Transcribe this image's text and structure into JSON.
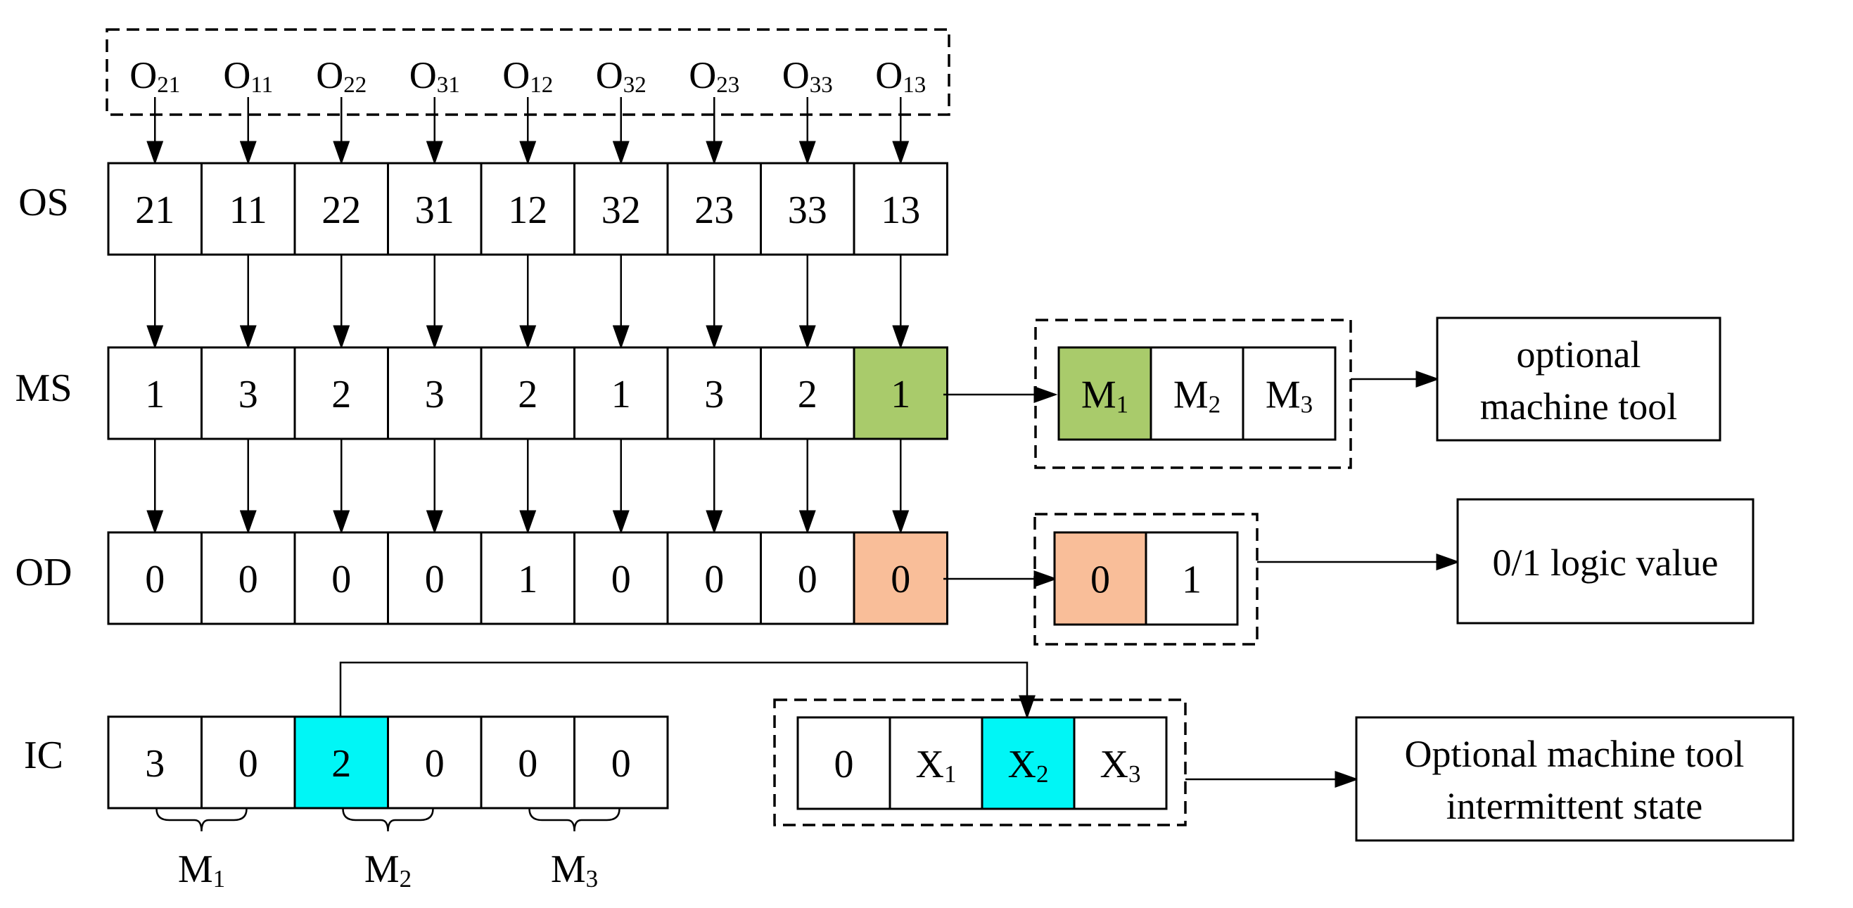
{
  "colors": {
    "ms_highlight": "#A9CB6B",
    "od_highlight": "#F9BE99",
    "ic_highlight": "#00F6F6",
    "line": "#000000",
    "background": "#FFFFFF"
  },
  "operations": {
    "labels": [
      {
        "base": "O",
        "sub": "21"
      },
      {
        "base": "O",
        "sub": "11"
      },
      {
        "base": "O",
        "sub": "22"
      },
      {
        "base": "O",
        "sub": "31"
      },
      {
        "base": "O",
        "sub": "12"
      },
      {
        "base": "O",
        "sub": "32"
      },
      {
        "base": "O",
        "sub": "23"
      },
      {
        "base": "O",
        "sub": "33"
      },
      {
        "base": "O",
        "sub": "13"
      }
    ]
  },
  "rows": {
    "os": {
      "label": "OS",
      "values": [
        "21",
        "11",
        "22",
        "31",
        "12",
        "32",
        "23",
        "33",
        "13"
      ]
    },
    "ms": {
      "label": "MS",
      "values": [
        "1",
        "3",
        "2",
        "3",
        "2",
        "1",
        "3",
        "2",
        "1"
      ],
      "highlight_index": 8
    },
    "od": {
      "label": "OD",
      "values": [
        "0",
        "0",
        "0",
        "0",
        "1",
        "0",
        "0",
        "0",
        "0"
      ],
      "highlight_index": 8
    },
    "ic": {
      "label": "IC",
      "values": [
        "3",
        "0",
        "2",
        "0",
        "0",
        "0"
      ],
      "highlight_index": 2
    }
  },
  "machine_groups": [
    {
      "base": "M",
      "sub": "1"
    },
    {
      "base": "M",
      "sub": "2"
    },
    {
      "base": "M",
      "sub": "3"
    }
  ],
  "machine_options": {
    "items": [
      {
        "base": "M",
        "sub": "1"
      },
      {
        "base": "M",
        "sub": "2"
      },
      {
        "base": "M",
        "sub": "3"
      }
    ],
    "highlight_index": 0,
    "description_line1": "optional",
    "description_line2": "machine tool"
  },
  "logic_options": {
    "items": [
      "0",
      "1"
    ],
    "highlight_index": 0,
    "description": "0/1 logic value"
  },
  "intermittent_options": {
    "items": [
      {
        "base": "0",
        "sub": ""
      },
      {
        "base": "X",
        "sub": "1"
      },
      {
        "base": "X",
        "sub": "2"
      },
      {
        "base": "X",
        "sub": "3"
      }
    ],
    "highlight_index": 2,
    "description_line1": "Optional machine tool",
    "description_line2": "intermittent state"
  }
}
